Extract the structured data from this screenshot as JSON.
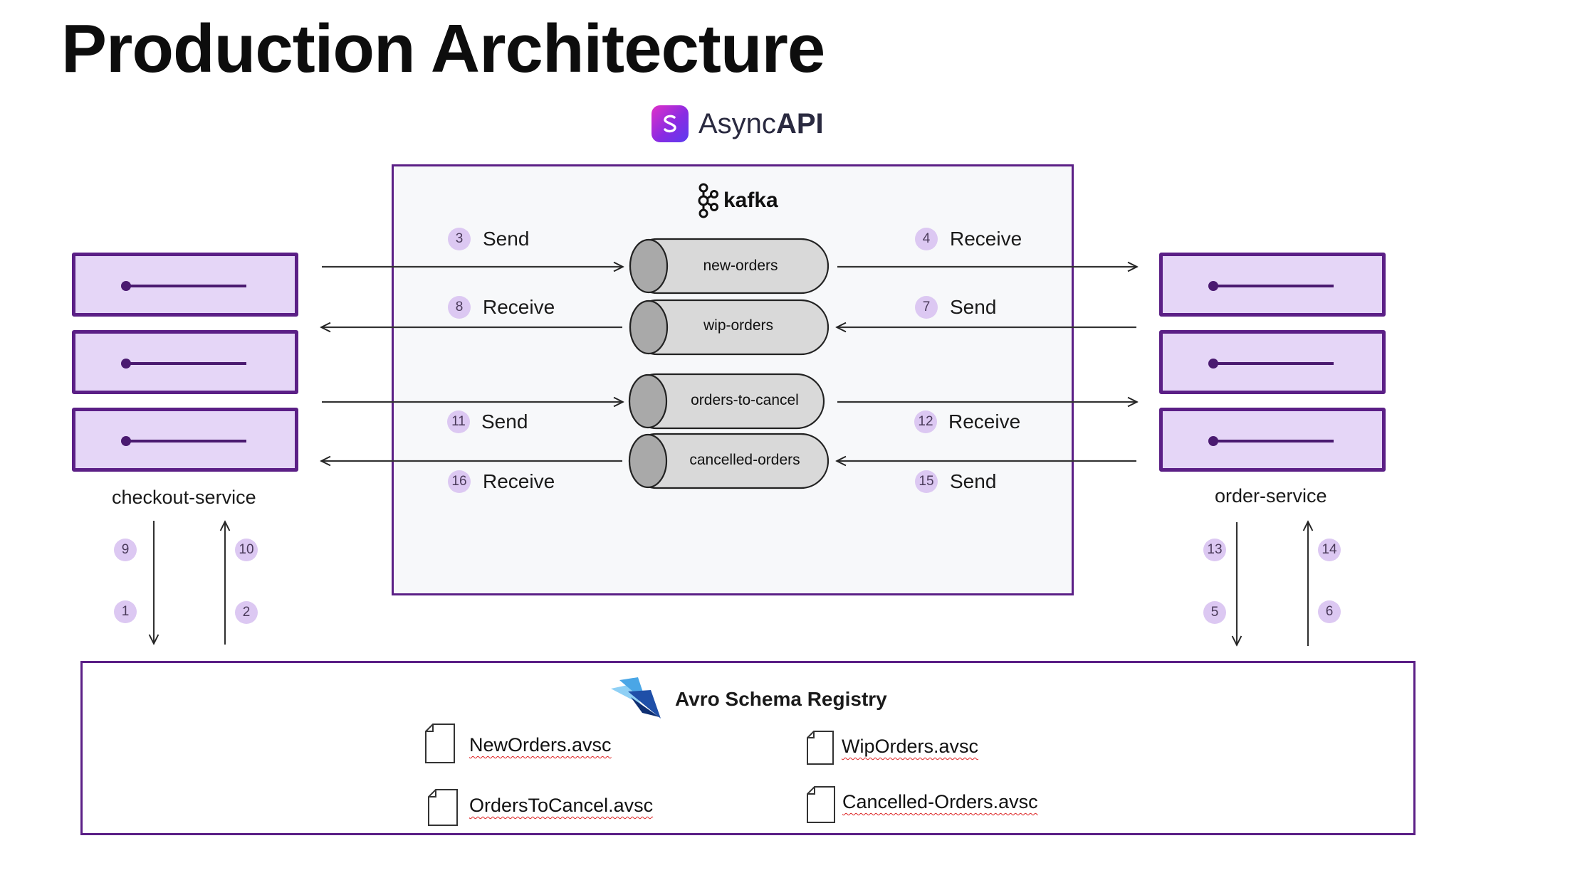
{
  "title": "Production Architecture",
  "asyncapi": {
    "word_regular": "Async",
    "word_bold": "API"
  },
  "kafka": {
    "word": "kafka"
  },
  "services": {
    "left": {
      "label": "checkout-service"
    },
    "right": {
      "label": "order-service"
    }
  },
  "topics": [
    {
      "name": "new-orders"
    },
    {
      "name": "wip-orders"
    },
    {
      "name": "orders-to-cancel"
    },
    {
      "name": "cancelled-orders"
    }
  ],
  "flows": {
    "left": [
      {
        "step": "3",
        "action": "Send"
      },
      {
        "step": "8",
        "action": "Receive"
      },
      {
        "step": "11",
        "action": "Send"
      },
      {
        "step": "16",
        "action": "Receive"
      }
    ],
    "right": [
      {
        "step": "4",
        "action": "Receive"
      },
      {
        "step": "7",
        "action": "Send"
      },
      {
        "step": "12",
        "action": "Receive"
      },
      {
        "step": "15",
        "action": "Send"
      }
    ]
  },
  "registry_steps": {
    "left_down": [
      "9",
      "1"
    ],
    "left_up": [
      "10",
      "2"
    ],
    "right_down": [
      "13",
      "5"
    ],
    "right_up": [
      "14",
      "6"
    ]
  },
  "registry": {
    "title": "Avro Schema Registry",
    "files": [
      {
        "name": "NewOrders.avsc"
      },
      {
        "name": "WipOrders.avsc"
      },
      {
        "name": "OrdersToCancel.avsc"
      },
      {
        "name": "Cancelled-Orders.avsc"
      }
    ]
  },
  "colors": {
    "accent_purple": "#5b1f86",
    "server_fill": "#e5d6f7",
    "badge_fill": "#dcc8f2",
    "topic_fill": "#d9d9d9",
    "topic_cap": "#a9a9a9"
  }
}
